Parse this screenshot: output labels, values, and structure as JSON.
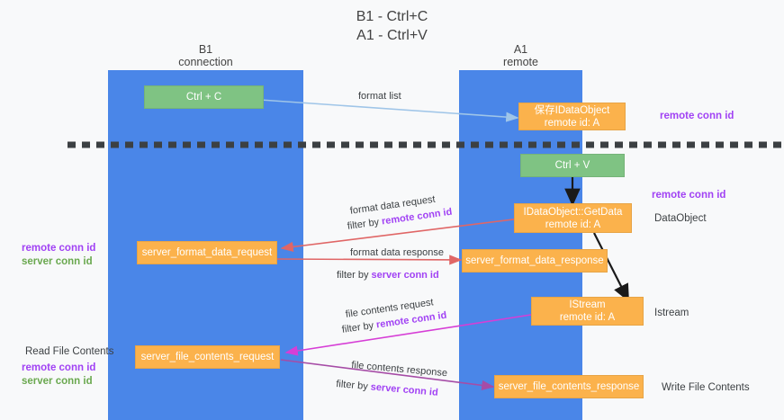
{
  "title": "B1 - Ctrl+C\nA1 - Ctrl+V",
  "lanes": {
    "left": {
      "header": "B1\nconnection"
    },
    "right": {
      "header": "A1\nremote"
    }
  },
  "nodes": {
    "ctrl_c": "Ctrl + C",
    "save_idataobject": "保存IDataObject\nremote id: A",
    "ctrl_v": "Ctrl + V",
    "getdata": "IDataObject::GetData\nremote id: A",
    "server_format_data_request": "server_format_data_request",
    "server_format_data_response": "server_format_data_response",
    "istream": "IStream\nremote id: A",
    "server_file_contents_request": "server_file_contents_request",
    "server_file_contents_response": "server_file_contents_response"
  },
  "edges": {
    "format_list": "format list",
    "format_data_request": "format data request",
    "format_data_request_filter_prefix": "filter by ",
    "format_data_request_filter_key": "remote conn id",
    "format_data_response": "format data response",
    "format_data_response_filter_prefix": "filter by ",
    "format_data_response_filter_key": "server conn id",
    "file_contents_request": "file contents request",
    "file_contents_request_filter_prefix": "filter by ",
    "file_contents_request_filter_key": "remote conn id",
    "file_contents_response": "file contents response",
    "file_contents_response_filter_prefix": "filter by ",
    "file_contents_response_filter_key": "server conn id"
  },
  "annotations": {
    "right_remote_conn_id_1": "remote conn id",
    "right_remote_conn_id_2": "remote conn id",
    "dataobject": "DataObject",
    "istream_label": "Istream",
    "write_file_contents": "Write File Contents",
    "left_remote_conn_id_1": "remote conn id",
    "left_server_conn_id_1": "server conn id",
    "read_file_contents": "Read File Contents",
    "left_remote_conn_id_2": "remote conn id",
    "left_server_conn_id_2": "server conn id"
  },
  "colors": {
    "lane": "#4a86e8",
    "green_node": "#7fc383",
    "orange_node": "#fbb24c",
    "arrow_light_blue": "#9fc5e8",
    "arrow_red": "#e06666",
    "arrow_magenta": "#d63ed6",
    "arrow_purple": "#a64ca6",
    "arrow_black": "#1a1a1a",
    "divider": "#3c4043",
    "key_purple": "#a142f4",
    "key_green": "#6aa84f"
  }
}
